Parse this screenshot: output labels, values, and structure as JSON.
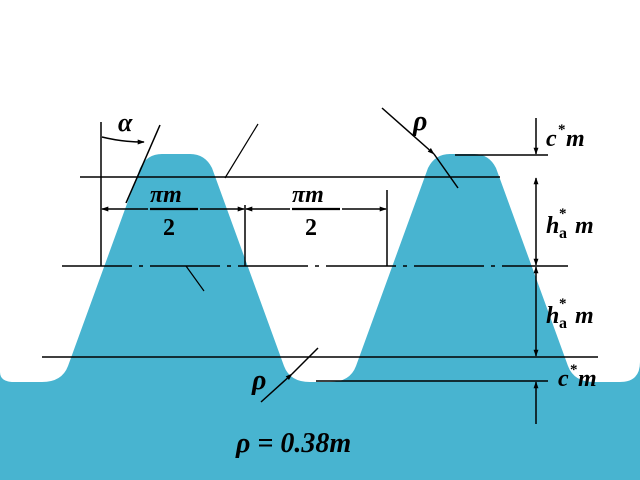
{
  "colors": {
    "rack_fill": "#48b4d0",
    "line": "#000000",
    "background": "#ffffff"
  },
  "labels": {
    "alpha": "α",
    "rho_top": "ρ",
    "rho_bottom": "ρ",
    "pitch_num_left": "πm",
    "pitch_den_left": "2",
    "pitch_num_right": "πm",
    "pitch_den_right": "2",
    "clearance_top_c": "c",
    "clearance_top_star": "*",
    "clearance_top_m": "m",
    "addendum_h": "h",
    "addendum_star": "*",
    "addendum_sub": "a",
    "addendum_m": "m",
    "dedendum_h": "h",
    "dedendum_star": "*",
    "dedendum_sub": "a",
    "dedendum_m": "m",
    "clearance_bottom_c": "c",
    "clearance_bottom_star": "*",
    "clearance_bottom_m": "m",
    "formula": "ρ = 0.38m"
  }
}
